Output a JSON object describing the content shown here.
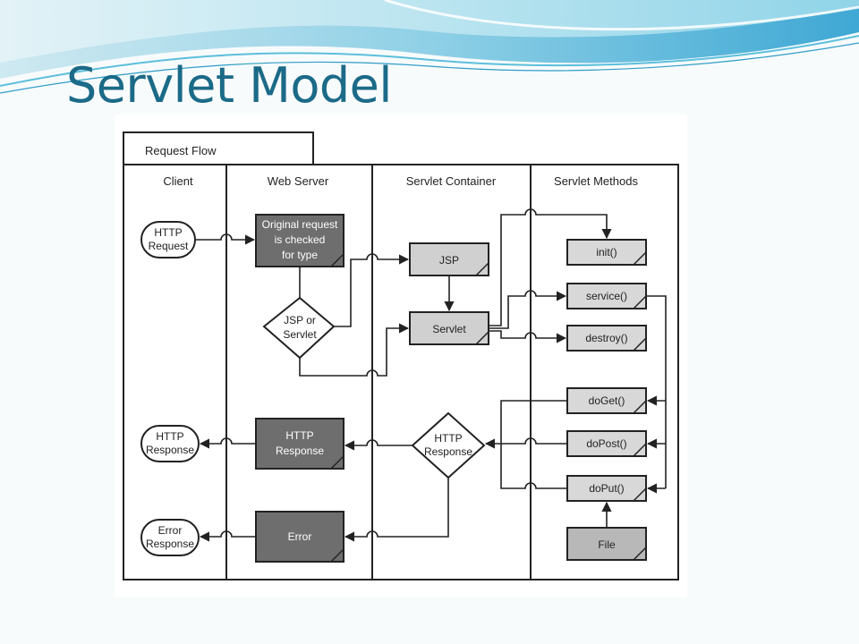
{
  "slide": {
    "title": "Servlet Model"
  },
  "diagram": {
    "tab_title": "Request Flow",
    "columns": {
      "client": "Client",
      "web_server": "Web Server",
      "servlet_container": "Servlet Container",
      "servlet_methods": "Servlet Methods"
    },
    "client": {
      "http_request": [
        "HTTP",
        "Request"
      ],
      "http_response": [
        "HTTP",
        "Response"
      ],
      "error_response": [
        "Error",
        "Response"
      ]
    },
    "web_server": {
      "original_request": [
        "Original request",
        "is checked",
        "for type"
      ],
      "jsp_or_servlet": [
        "JSP or",
        "Servlet"
      ],
      "http_response": [
        "HTTP",
        "Response"
      ],
      "error": "Error"
    },
    "servlet_container": {
      "jsp": "JSP",
      "servlet": "Servlet",
      "http_response": [
        "HTTP",
        "Response"
      ]
    },
    "servlet_methods": {
      "init": "init()",
      "service": "service()",
      "destroy": "destroy()",
      "doget": "doGet()",
      "dopost": "doPost()",
      "doput": "doPut()",
      "file": "File"
    }
  }
}
